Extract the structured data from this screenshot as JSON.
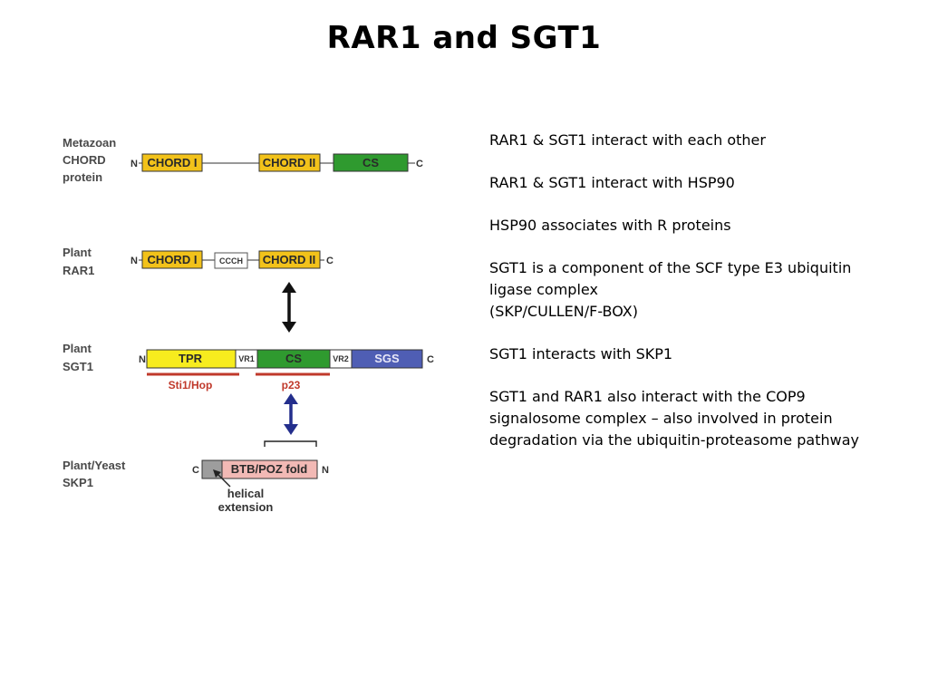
{
  "title": "RAR1 and SGT1",
  "bullets": [
    {
      "lines": [
        "RAR1 & SGT1 interact with each other"
      ]
    },
    {
      "lines": [
        "RAR1 & SGT1 interact with HSP90"
      ]
    },
    {
      "lines": [
        "HSP90 associates with R proteins"
      ]
    },
    {
      "lines": [
        "SGT1 is a component of the SCF type E3 ubiquitin",
        "ligase complex",
        "(SKP/CULLEN/F-BOX)"
      ]
    },
    {
      "lines": [
        "SGT1 interacts with SKP1"
      ]
    },
    {
      "lines": [
        "SGT1 and RAR1 also interact with the COP9",
        "signalosome complex – also involved in protein",
        "degradation via the ubiquitin-proteasome pathway"
      ]
    }
  ],
  "diagram": {
    "rows": [
      {
        "label": [
          "Metazoan",
          "CHORD",
          "protein"
        ]
      },
      {
        "label": [
          "Plant",
          "RAR1"
        ]
      },
      {
        "label": [
          "Plant",
          "SGT1"
        ]
      },
      {
        "label": [
          "Plant/Yeast",
          "SKP1"
        ]
      }
    ],
    "domains": {
      "chord1": "CHORD I",
      "chord2": "CHORD II",
      "cs": "CS",
      "ccch": "CCCH",
      "tpr": "TPR",
      "vr1": "VR1",
      "vr2": "VR2",
      "sgs": "SGS",
      "btb": "BTB/POZ fold"
    },
    "termini": {
      "n": "N",
      "c": "C"
    },
    "underlines": {
      "sti1": "Sti1/Hop",
      "p23": "p23"
    },
    "skp1_note": [
      "helical",
      "extension"
    ],
    "colors": {
      "chord": "#f2c21a",
      "cs": "#2f9a2f",
      "tpr": "#f7ec1e",
      "sgs": "#4f5eb4",
      "btb": "#f2b9b5",
      "helical": "#9d9d9d",
      "underline": "#c0392b",
      "arrow_black": "#111111",
      "arrow_blue": "#232e8c"
    }
  }
}
